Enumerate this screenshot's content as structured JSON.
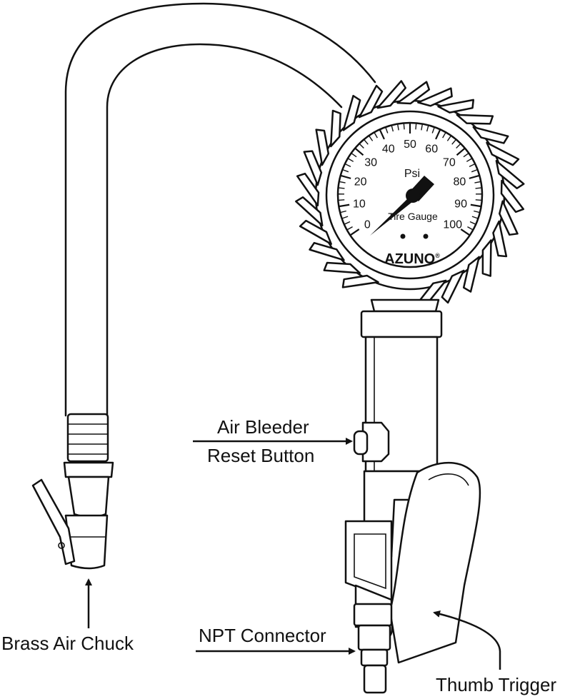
{
  "labels": {
    "air_bleeder_line1": "Air Bleeder",
    "air_bleeder_line2": "Reset Button",
    "brass_air_chuck": "Brass Air Chuck",
    "npt_connector": "NPT Connector",
    "thumb_trigger": "Thumb Trigger"
  },
  "gauge": {
    "unit": "Psi",
    "name": "Tire Gauge",
    "brand": "AZUNO",
    "brand_mark": "®",
    "scale_labels": [
      "0",
      "10",
      "20",
      "30",
      "40",
      "50",
      "60",
      "70",
      "80",
      "90",
      "100"
    ]
  },
  "colors": {
    "ink": "#111111",
    "paper": "#ffffff"
  }
}
